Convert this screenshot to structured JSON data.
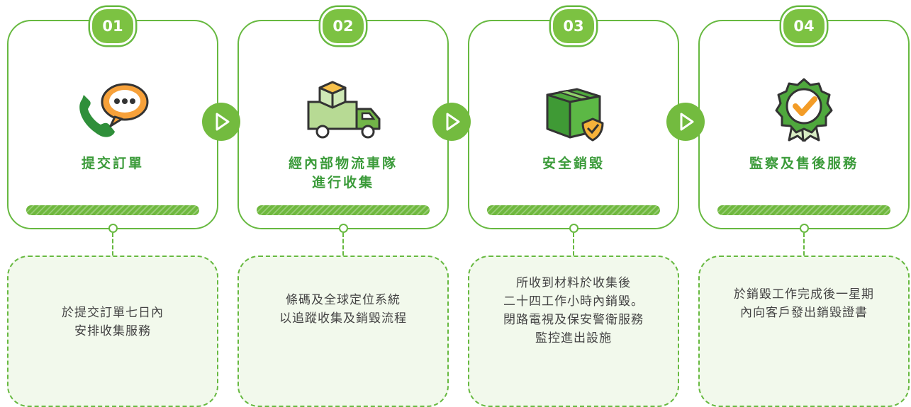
{
  "steps": [
    {
      "number": "01",
      "title": [
        "提交訂單"
      ],
      "desc": [
        "於提交訂單七日內",
        "安排收集服務"
      ],
      "icon": "phone-chat-icon"
    },
    {
      "number": "02",
      "title": [
        "經內部物流車隊",
        "進行收集"
      ],
      "desc": [
        "條碼及全球定位系統",
        "以追蹤收集及銷毀流程"
      ],
      "icon": "delivery-truck-icon"
    },
    {
      "number": "03",
      "title": [
        "安全銷毀"
      ],
      "desc": [
        "所收到材料於收集後",
        "二十四工作小時內銷毀。",
        "閉路電視及保安警衛服務",
        "監控進出設施"
      ],
      "icon": "secure-box-icon"
    },
    {
      "number": "04",
      "title": [
        "監察及售後服務"
      ],
      "desc": [
        "於銷毀工作完成後一星期",
        "內向客戶發出銷毀證書"
      ],
      "icon": "certificate-badge-icon"
    }
  ],
  "colors": {
    "primary": "#67b940",
    "badge": "#7cc242",
    "title": "#3b9b3a",
    "desc_bg": "#f2f9ec"
  }
}
